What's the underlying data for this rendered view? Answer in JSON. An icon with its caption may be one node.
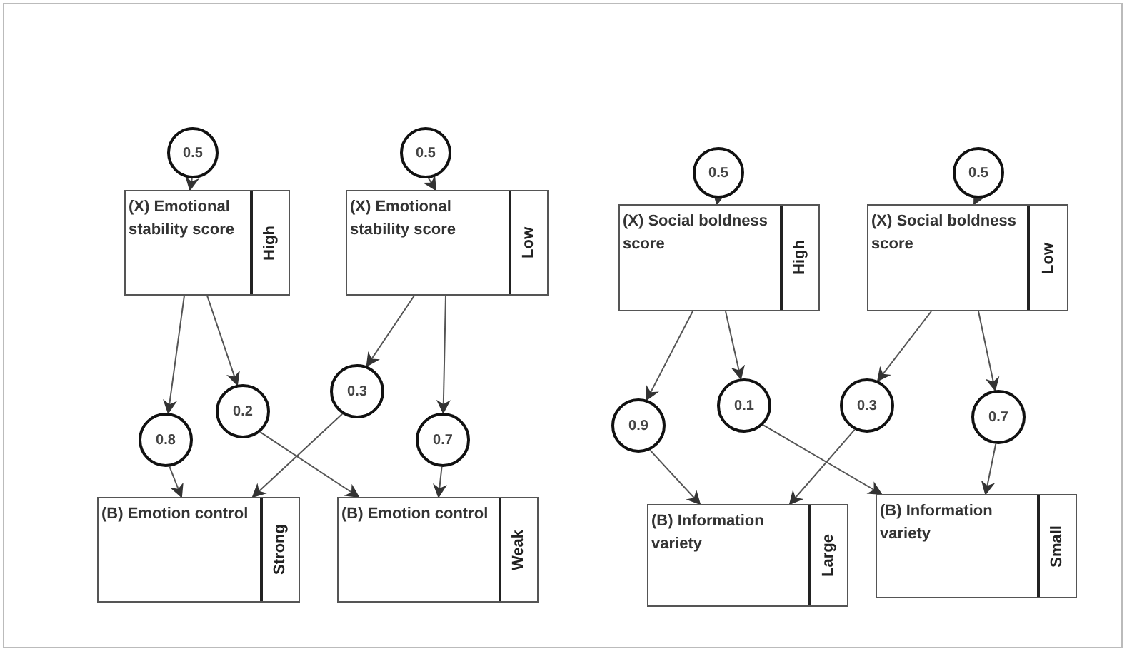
{
  "diagram": {
    "nodes": [
      {
        "text": [
          "0.5"
        ]
      },
      {
        "text": [
          "0.5"
        ]
      },
      {
        "text": [
          "0.5"
        ]
      },
      {
        "text": [
          "0.5"
        ]
      },
      {
        "text": [
          "(X) Emotional stability score"
        ]
      },
      {
        "text": [
          "High"
        ],
        "in": 4
      },
      {
        "text": [
          "(X) Emotional stability score"
        ]
      },
      {
        "text": [
          "Low"
        ],
        "in": 6
      },
      {
        "text": [
          "(X) Social boldness score"
        ]
      },
      {
        "text": [
          "High"
        ],
        "in": 8
      },
      {
        "text": [
          "(X) Social boldness score"
        ]
      },
      {
        "text": [
          "Low"
        ],
        "in": 10
      },
      {
        "text": [
          "0.8"
        ]
      },
      {
        "text": [
          "0.2"
        ]
      },
      {
        "text": [
          "0.3"
        ]
      },
      {
        "text": [
          "0.7"
        ]
      },
      {
        "text": [
          "0.9"
        ]
      },
      {
        "text": [
          "0.1"
        ]
      },
      {
        "text": [
          "0.3"
        ]
      },
      {
        "text": [
          "0.7"
        ]
      },
      {
        "text": [
          "(B) Emotion control"
        ]
      },
      {
        "text": [
          "Strong"
        ],
        "in": 20
      },
      {
        "text": [
          "(B) Emotion control"
        ]
      },
      {
        "text": [
          "Weak"
        ],
        "in": 22
      },
      {
        "text": [
          "(B) Information variety"
        ]
      },
      {
        "text": [
          "Large"
        ],
        "in": 24
      },
      {
        "text": [
          "(B) Information variety"
        ]
      },
      {
        "text": [
          "Small"
        ],
        "in": 26
      }
    ],
    "edges": [
      {
        "from": 0,
        "to": 4,
        "arrow": "to"
      },
      {
        "from": 1,
        "to": 6,
        "arrow": "to"
      },
      {
        "from": 2,
        "to": 8,
        "arrow": "to"
      },
      {
        "from": 3,
        "to": 10,
        "arrow": "to"
      },
      {
        "from": 4,
        "to": 12,
        "arrow": "to"
      },
      {
        "from": 4,
        "to": 13,
        "arrow": "to"
      },
      {
        "from": 6,
        "to": 14,
        "arrow": "to"
      },
      {
        "from": 6,
        "to": 15,
        "arrow": "to"
      },
      {
        "from": 12,
        "to": 20,
        "arrow": "to"
      },
      {
        "from": 13,
        "to": 22,
        "arrow": "to"
      },
      {
        "from": 14,
        "to": 20,
        "arrow": "to"
      },
      {
        "from": 15,
        "to": 22,
        "arrow": "to"
      },
      {
        "from": 8,
        "to": 16,
        "arrow": "to"
      },
      {
        "from": 8,
        "to": 17,
        "arrow": "to"
      },
      {
        "from": 10,
        "to": 18,
        "arrow": "to"
      },
      {
        "from": 10,
        "to": 19,
        "arrow": "to"
      },
      {
        "from": 16,
        "to": 24,
        "arrow": "to"
      },
      {
        "from": 17,
        "to": 26,
        "arrow": "to"
      },
      {
        "from": 18,
        "to": 24,
        "arrow": "to"
      },
      {
        "from": 19,
        "to": 26,
        "arrow": "to"
      }
    ]
  }
}
